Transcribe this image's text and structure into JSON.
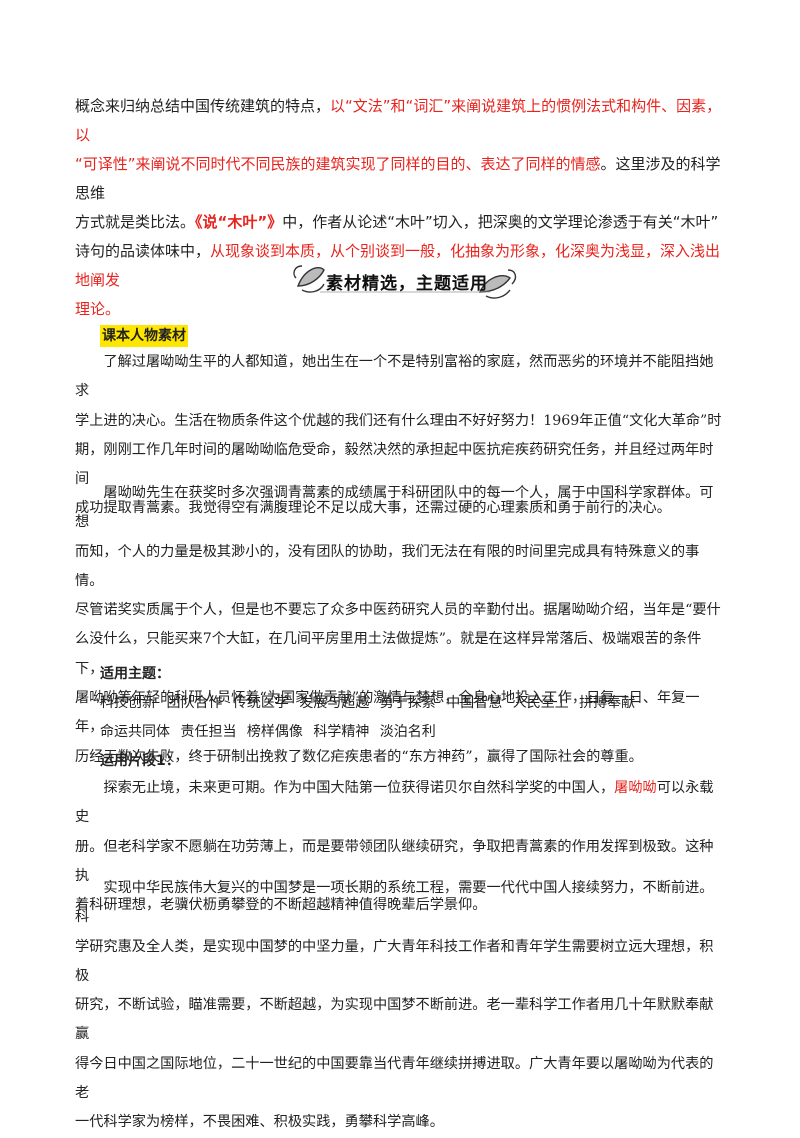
{
  "intro": {
    "l1a": "概念来归纳总结中国传统建筑的特点，",
    "l1b": "以“文法”和“词汇”来阐说建筑上的惯例法式和构件、因素，以",
    "l2a": "“可译性”来阐说不同时代不同民族的建筑实现了同样的目的、表达了同样的情感",
    "l2b": "。这里涉及的科学思维",
    "l3a": "方式就是类比法。",
    "l3b": "《说“木叶”》",
    "l3c": "中，作者从论述“木叶”切入，把深奥的文学理论渗透于有关“木叶”",
    "l4a": "诗句的品读体味中，",
    "l4b": "从现象谈到本质，从个别谈到一般，化抽象为形象，化深奥为浅显，深入浅出地阐发",
    "l5": "理论。"
  },
  "banner": {
    "title": "素材精选，主题适用"
  },
  "section_tag": "课本人物素材",
  "p1": {
    "l1": "了解过屠呦呦生平的人都知道，她出生在一个不是特别富裕的家庭，然而恶劣的环境并不能阻挡她求",
    "l2": "学上进的决心。生活在物质条件这个优越的我们还有什么理由不好好努力！1969年正值“文化大革命”时",
    "l3": "期，刚刚工作几年时间的屠呦呦临危受命，毅然决然的承担起中医抗疟疾药研究任务，并且经过两年时间",
    "l4": "成功提取青蒿素。我觉得空有满腹理论不足以成大事，还需过硬的心理素质和勇于前行的决心。"
  },
  "p2": {
    "l1": "屠呦呦先生在获奖时多次强调青蒿素的成绩属于科研团队中的每一个人，属于中国科学家群体。可想",
    "l2": "而知，个人的力量是极其渺小的，没有团队的协助，我们无法在有限的时间里完成具有特殊意义的事情。",
    "l3": "尽管诺奖实质属于个人，但是也不要忘了众多中医药研究人员的辛勤付出。据屠呦呦介绍，当年是“要什",
    "l4": "么没什么，只能买来7个大缸，在几间平房里用土法做提炼”。就是在这样异常落后、极端艰苦的条件下，",
    "l5": "屠呦呦等年轻的科研人员怀着“为国家做贡献”的激情与梦想，全身心地投入工作，日复一日、年复一年，",
    "l6": "历经无数次失败，终于研制出挽救了数亿疟疾患者的“东方神药”，赢得了国际社会的尊重。"
  },
  "themes_label": "适用主题：",
  "themes": {
    "row1": "科技创新   团队合作   传统医学   发展与超越    勇于探索   中国智慧   人民至上   拼搏奉献",
    "row2": "命运共同体   责任担当   榜样偶像   科学精神   淡泊名利"
  },
  "usage_label": "运用片段1：",
  "p3": {
    "l1a": "探索无止境，未来更可期。作为中国大陆第一位获得诺贝尔自然科学奖的中国人，",
    "l1b": "屠呦呦",
    "l1c": "可以永载史",
    "l2": "册。但老科学家不愿躺在功劳薄上，而是要带领团队继续研究，争取把青蒿素的作用发挥到极致。这种执",
    "l3": "着科研理想，老骥伏枥勇攀登的不断超越精神值得晚辈后学景仰。"
  },
  "p4": {
    "l1": "实现中华民族伟大复兴的中国梦是一项长期的系统工程，需要一代代中国人接续努力，不断前进。科",
    "l2": "学研究惠及全人类，是实现中国梦的中坚力量，广大青年科技工作者和青年学生需要树立远大理想，积极",
    "l3": "研究，不断试验，瞄准需要，不断超越，为实现中国梦不断前进。老一辈科学工作者用几十年默默奉献赢",
    "l4": "得今日中国之国际地位，二十一世纪的中国要靠当代青年继续拼搏进取。广大青年要以屠呦呦为代表的老",
    "l5": "一代科学家为榜样，不畏困难、积极实践，勇攀科学高峰。"
  },
  "colors": {
    "highlight_red": "#e8231d",
    "tag_yellow": "#ffe600"
  }
}
